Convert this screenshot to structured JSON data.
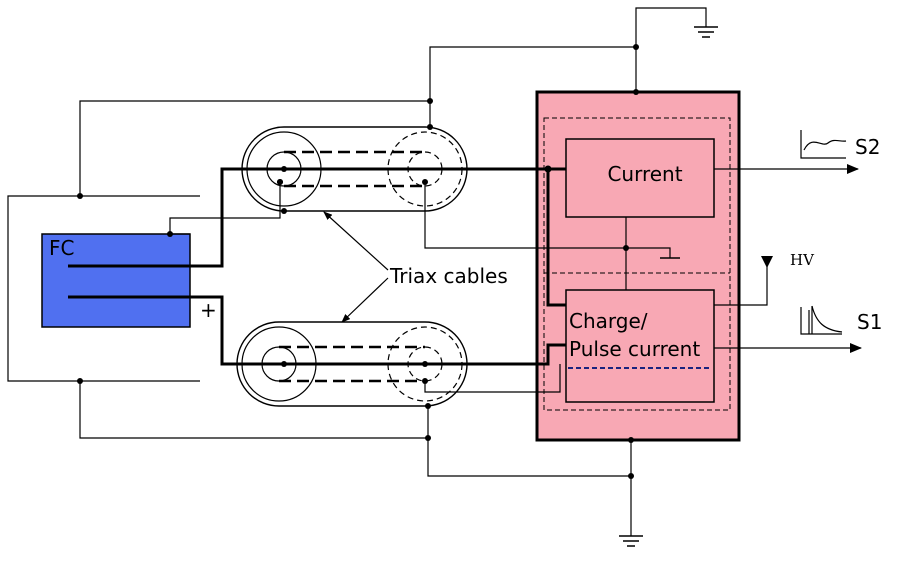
{
  "labels": {
    "fc": "FC",
    "plus": "+",
    "triax": "Triax cables",
    "current": "Current",
    "charge_line1": "Charge/",
    "charge_line2": "Pulse current",
    "hv": "HV",
    "s2": "S2",
    "s1": "S1"
  },
  "colors": {
    "fc_fill": "#5070f0",
    "electronics_fill": "#f8a8b4",
    "electronics_stroke": "#000000",
    "separator_dash": "#1a237e",
    "wire": "#000000"
  },
  "icons": [
    "ground-icon",
    "waveform-icon",
    "pulse-icon",
    "arrow-icon",
    "antenna-icon"
  ]
}
